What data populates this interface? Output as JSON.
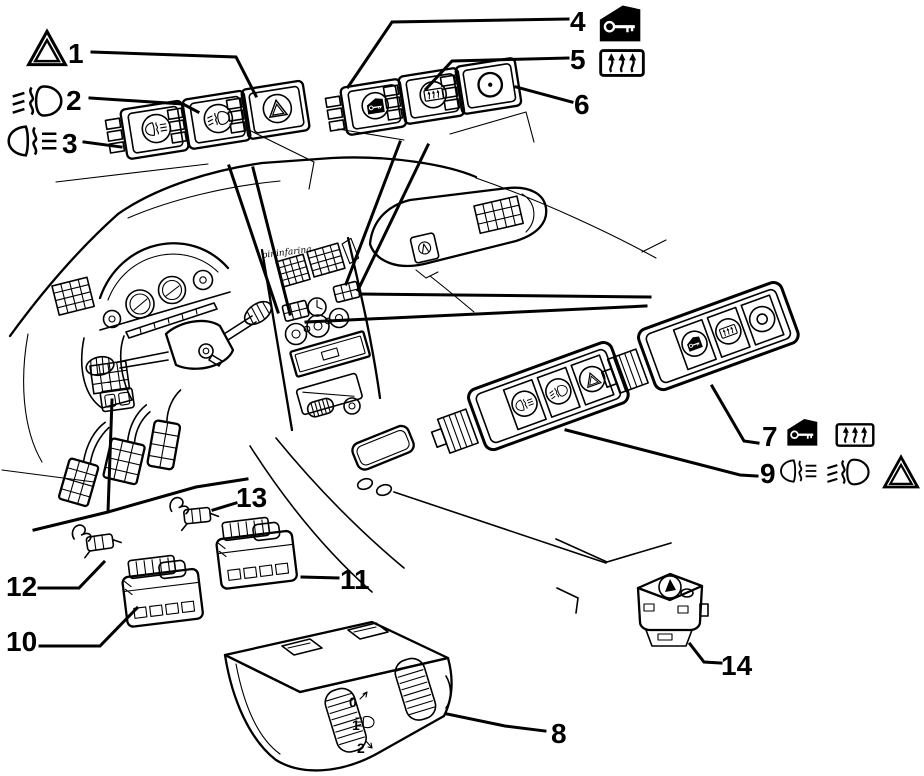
{
  "figure": {
    "type": "exploded-parts-diagram",
    "subject": "dashboard switches and controls",
    "background": "#ffffff",
    "line_color": "#000000",
    "brand_script": "pininfarina"
  },
  "parts": [
    {
      "num": "1",
      "name": "hazard-warning-switch"
    },
    {
      "num": "2",
      "name": "front-fog-light-switch"
    },
    {
      "num": "3",
      "name": "rear-fog-light-switch"
    },
    {
      "num": "4",
      "name": "door-lock-switch"
    },
    {
      "num": "5",
      "name": "heated-rear-window-switch"
    },
    {
      "num": "6",
      "name": "blank-switch"
    },
    {
      "num": "7",
      "name": "switch-panel-locks-demist"
    },
    {
      "num": "8",
      "name": "headlight-leveling-control"
    },
    {
      "num": "9",
      "name": "switch-panel-fog-hazard"
    },
    {
      "num": "10",
      "name": "connector-block"
    },
    {
      "num": "11",
      "name": "connector-block"
    },
    {
      "num": "12",
      "name": "wiring-clip"
    },
    {
      "num": "13",
      "name": "wiring-clip"
    },
    {
      "num": "14",
      "name": "single-switch"
    }
  ],
  "legend_left": [
    {
      "num": "1",
      "icons": [
        "hazard-warning"
      ]
    },
    {
      "num": "2",
      "icons": [
        "front-fog-light"
      ]
    },
    {
      "num": "3",
      "icons": [
        "rear-fog-light"
      ]
    }
  ],
  "legend_right": [
    {
      "num": "4",
      "icons": [
        "door-lock-key"
      ]
    },
    {
      "num": "5",
      "icons": [
        "heated-rear-window"
      ]
    },
    {
      "num": "6",
      "icons": []
    }
  ],
  "panel_callouts": [
    {
      "num": "7",
      "icons": [
        "door-lock-key",
        "heated-rear-window"
      ]
    },
    {
      "num": "9",
      "icons": [
        "rear-fog-light",
        "front-fog-light",
        "hazard-warning"
      ]
    }
  ],
  "headlight_leveler": {
    "marks": [
      "0",
      "1",
      "2"
    ]
  }
}
